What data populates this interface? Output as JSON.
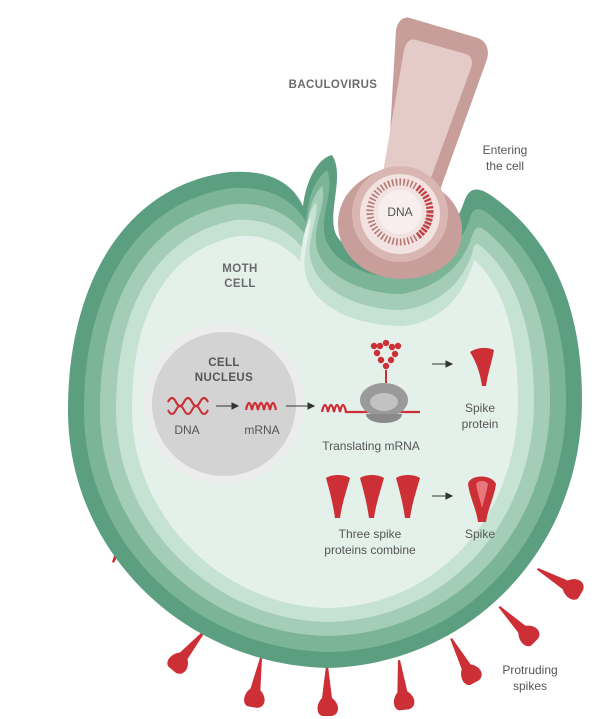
{
  "labels": {
    "baculovirus": "BACULOVIRUS",
    "entering_line1": "Entering",
    "entering_line2": "the cell",
    "virus_dna": "DNA",
    "moth_line1": "MOTH",
    "moth_line2": "CELL",
    "nucleus_line1": "CELL",
    "nucleus_line2": "NUCLEUS",
    "nucleus_dna": "DNA",
    "mrna": "mRNA",
    "translating": "Translating mRNA",
    "spike_protein_line1": "Spike",
    "spike_protein_line2": "protein",
    "combine_line1": "Three spike",
    "combine_line2": "proteins combine",
    "spike": "Spike",
    "protruding_line1": "Protruding",
    "protruding_line2": "spikes"
  },
  "colors": {
    "membrane_outer": "#5c9e80",
    "membrane_mid": "#8cc0a6",
    "membrane_inner": "#b9dac8",
    "cytoplasm": "#e4f1ea",
    "nucleus_ring": "#e8e8e8",
    "nucleus_fill": "#d3d3d3",
    "virus_outer": "#c89e9a",
    "virus_inner": "#e5cbc8",
    "spike_red": "#cc2f36",
    "ribosome": "#9a9a9a",
    "text": "#555555"
  }
}
